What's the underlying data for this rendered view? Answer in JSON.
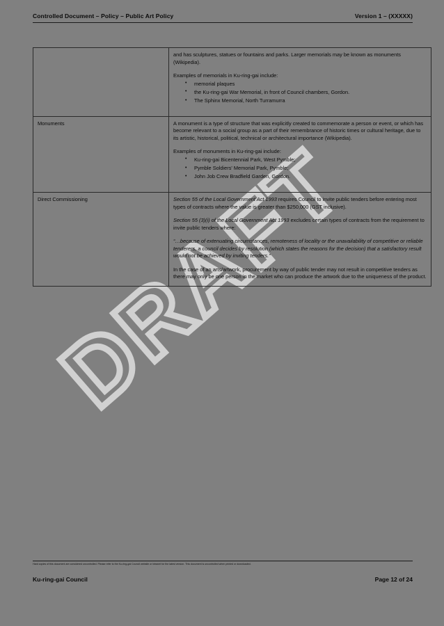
{
  "header": {
    "left": "Controlled Document – Policy – Public Art Policy",
    "right": "Version 1 – (XXXXX)"
  },
  "watermark": {
    "text": "DRAFT"
  },
  "table": {
    "rows": [
      {
        "label": "",
        "body": {
          "intro": "and has sculptures, statues or fountains and parks. Larger memorials may be known as monuments (Wikipedia).",
          "examples_heading": "Examples of memorials in Ku-ring-gai include:",
          "examples": [
            "memorial plaques",
            "the Ku-ring-gai War Memorial, in front of Council chambers, Gordon.",
            "The Sphinx Memorial, North Turramurra"
          ]
        }
      },
      {
        "label": "Monuments",
        "body": {
          "intro": "A monument is a type of structure that was explicitly created to commemorate a person or event, or which has become relevant to a social group as a part of their remembrance of historic times or cultural heritage, due to its artistic, historical, political, technical or architectural importance (Wikipedia).",
          "examples_heading": "Examples of monuments in Ku-ring-gai include:",
          "examples": [
            "Ku-ring-gai Bicentennial Park, West Pymble;",
            "Pymble Soldiers' Memorial Park, Pymble;",
            "John Job Crew Bradfield Garden, Gordon."
          ]
        }
      },
      {
        "label": "Direct Commissioning",
        "body": {
          "para1_pre": "",
          "para1_italic": "Section 55 of the Local Government Act 1993",
          "para1_post": " requires Council to invite public tenders before entering most types of contracts where the value is greater than $250,000 (GST inclusive).",
          "para2_italic": "Section 55 (3)(i) of the Local Government Act 1993",
          "para2_post": " excludes certain types of contracts from the requirement to invite public tenders where:",
          "quote": "“…because of extenuating circumstances, remoteness of locality or the unavailability of competitive or reliable tenderers, a council decides by resolution (which states the reasons for the decision) that a satisfactory result would not be achieved by inviting tenders.”",
          "para3": "In the case of an arts/artwork, procurement by way of public tender may not result in competitive tenders as there may only be one person in the market who can produce the artwork due to the uniqueness of the product."
        }
      }
    ]
  },
  "footer": {
    "disclaimer": "Hard copies of this document are considered uncontrolled. Please refer to the Ku-ring-gai Council website or intranet for the latest version. This document is uncontrolled when printed or downloaded.",
    "org": "Ku-ring-gai Council",
    "page": "Page 12 of 24"
  }
}
